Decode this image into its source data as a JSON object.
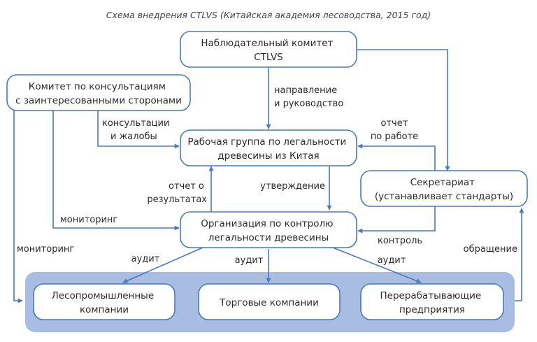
{
  "title": "Схема внедрения CTLVS (Китайская академия лесоводства, 2015 год)",
  "colors": {
    "stroke": "#4a7ab3",
    "group_fill": "#a9bde3",
    "node_fill": "#ffffff",
    "text": "#2b2b2b"
  },
  "nodes": {
    "observation_committee": {
      "line1": "Наблюдательный комитет",
      "line2": "CTLVS"
    },
    "stakeholder_committee": {
      "line1": "Комитет по консультациям",
      "line2": "с заинтересованными сторонами"
    },
    "working_group": {
      "line1": "Рабочая группа по легальности",
      "line2": "древесины из Китая"
    },
    "secretariat": {
      "line1": "Секретариат",
      "line2": "(устанавливает стандарты)"
    },
    "control_org": {
      "line1": "Организация по контролю",
      "line2": "легальности древесины"
    },
    "forestry_companies": {
      "line1": "Лесопромышленные",
      "line2": "компании"
    },
    "trade_companies": {
      "line1": "Торговые компании"
    },
    "processing_enterprises": {
      "line1": "Перерабатывающие",
      "line2": "предприятия"
    }
  },
  "edges": {
    "guidance": {
      "line1": "направление",
      "line2": "и руководство"
    },
    "consultations": {
      "line1": "консультации",
      "line2": "и жалобы"
    },
    "work_report": {
      "line1": "отчет",
      "line2": "по работе"
    },
    "results_report": {
      "line1": "отчет о",
      "line2": "результатах"
    },
    "approval": {
      "line1": "утверждение"
    },
    "monitoring_inner": {
      "line1": "мониторинг"
    },
    "monitoring_outer": {
      "line1": "мониторинг"
    },
    "control": {
      "line1": "контроль"
    },
    "appeal": {
      "line1": "обращение"
    },
    "audit_left": {
      "line1": "аудит"
    },
    "audit_center": {
      "line1": "аудит"
    },
    "audit_right": {
      "line1": "аудит"
    }
  }
}
